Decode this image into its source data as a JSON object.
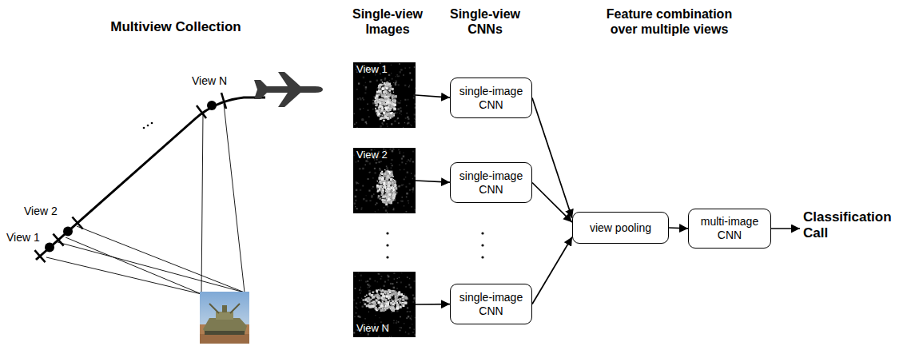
{
  "diagram": {
    "nodes": [
      {
        "text": [
          "View 1"
        ]
      },
      {
        "text": [
          "single-image CNN"
        ]
      },
      {
        "text": [
          "View 2"
        ]
      },
      {
        "text": [
          "single-image CNN"
        ]
      },
      {
        "text": [
          "View N"
        ]
      },
      {
        "text": [
          "single-image CNN"
        ]
      },
      {
        "text": [
          "view pooling"
        ]
      },
      {
        "text": [
          "multi-image CNN"
        ]
      }
    ],
    "edges": [
      {
        "from": 0,
        "to": 1,
        "arrow": "to"
      },
      {
        "from": 2,
        "to": 3,
        "arrow": "to"
      },
      {
        "from": 4,
        "to": 5,
        "arrow": "to"
      },
      {
        "from": 1,
        "to": 6,
        "arrow": "to"
      },
      {
        "from": 3,
        "to": 6,
        "arrow": "to"
      },
      {
        "from": 5,
        "to": 6,
        "arrow": "to"
      },
      {
        "from": 6,
        "to": 7,
        "arrow": "to"
      }
    ],
    "labels": [
      "Multiview Collection",
      "View N",
      "View 2",
      "View 1",
      "Single-view Images",
      "Single-view CNNs",
      "Feature combination over multiple views",
      "Classification Call"
    ]
  }
}
